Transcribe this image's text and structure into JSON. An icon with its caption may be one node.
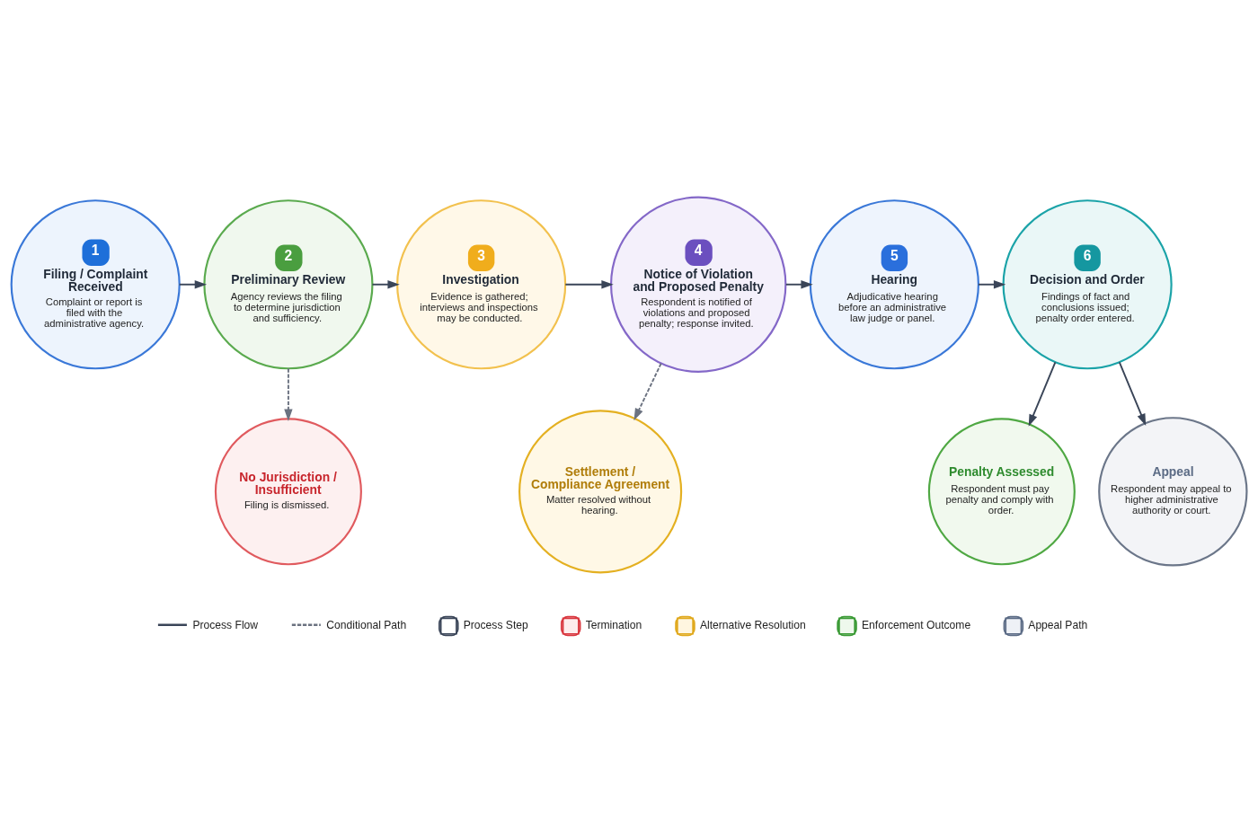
{
  "diagram": {
    "nodes": [
      {
        "text": [
          "1",
          "Filing / Complaint Received",
          "Complaint or report is filed with the administrative agency."
        ]
      },
      {
        "text": [
          "2",
          "Preliminary Review",
          "Agency reviews the filing to determine jurisdiction and sufficiency."
        ]
      },
      {
        "text": [
          "3",
          "Investigation",
          "Evidence is gathered; interviews and inspections may be conducted."
        ]
      },
      {
        "text": [
          "4",
          "Notice of Violation and Proposed Penalty",
          "Respondent is notified of violations and proposed penalty; response invited."
        ]
      },
      {
        "text": [
          "5",
          "Hearing",
          "Adjudicative hearing before an administrative law judge or panel."
        ]
      },
      {
        "text": [
          "6",
          "Decision and Order",
          "Findings of fact and conclusions issued; penalty order entered."
        ]
      },
      {
        "text": [
          "No Jurisdiction / Insufficient",
          "Filing is dismissed."
        ]
      },
      {
        "text": [
          "Settlement / Compliance Agreement",
          "Matter resolved without hearing."
        ]
      },
      {
        "text": [
          "Penalty Assessed",
          "Respondent must pay penalty and comply with order."
        ]
      },
      {
        "text": [
          "Appeal",
          "Respondent may appeal to higher administrative authority or court."
        ]
      }
    ],
    "edges": [
      {
        "from": 0,
        "to": 1,
        "arrow": "to"
      },
      {
        "from": 1,
        "to": 2,
        "arrow": "to"
      },
      {
        "from": 2,
        "to": 3,
        "arrow": "to"
      },
      {
        "from": 3,
        "to": 4,
        "arrow": "to"
      },
      {
        "from": 4,
        "to": 5,
        "arrow": "to"
      },
      {
        "from": 1,
        "to": 6,
        "arrow": "to",
        "style": "dashed",
        "color": "#6b7280"
      },
      {
        "from": 3,
        "to": 7,
        "arrow": "to",
        "style": "dashed",
        "color": "#6b7280"
      },
      {
        "from": 5,
        "to": 8,
        "arrow": "to"
      },
      {
        "from": 5,
        "to": 9,
        "arrow": "to"
      }
    ],
    "legend": [
      {
        "text": "Process Flow"
      },
      {
        "text": "Conditional Path"
      },
      {
        "text": "Process Step"
      },
      {
        "text": "Termination"
      },
      {
        "text": "Alternative Resolution"
      },
      {
        "text": "Enforcement Outcome"
      },
      {
        "text": "Appeal Path"
      }
    ]
  }
}
